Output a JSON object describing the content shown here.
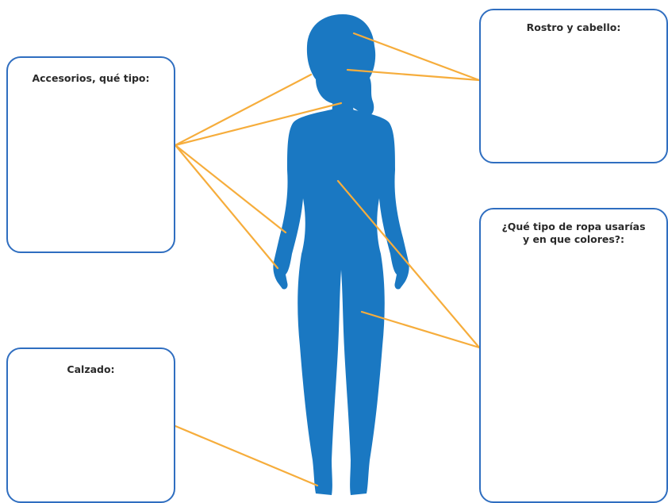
{
  "colors": {
    "figure": "#1a78c2",
    "box_border": "#2f6ec0",
    "connector": "#f6ad3c",
    "text": "#2a2a2a"
  },
  "boxes": {
    "accessories": {
      "label": "Accesorios, qué tipo:"
    },
    "face_hair": {
      "label": "Rostro y cabello:"
    },
    "clothing": {
      "line1": "¿Qué tipo de ropa usarías",
      "line2": "y en que colores?:"
    },
    "footwear": {
      "label": "Calzado:"
    }
  }
}
